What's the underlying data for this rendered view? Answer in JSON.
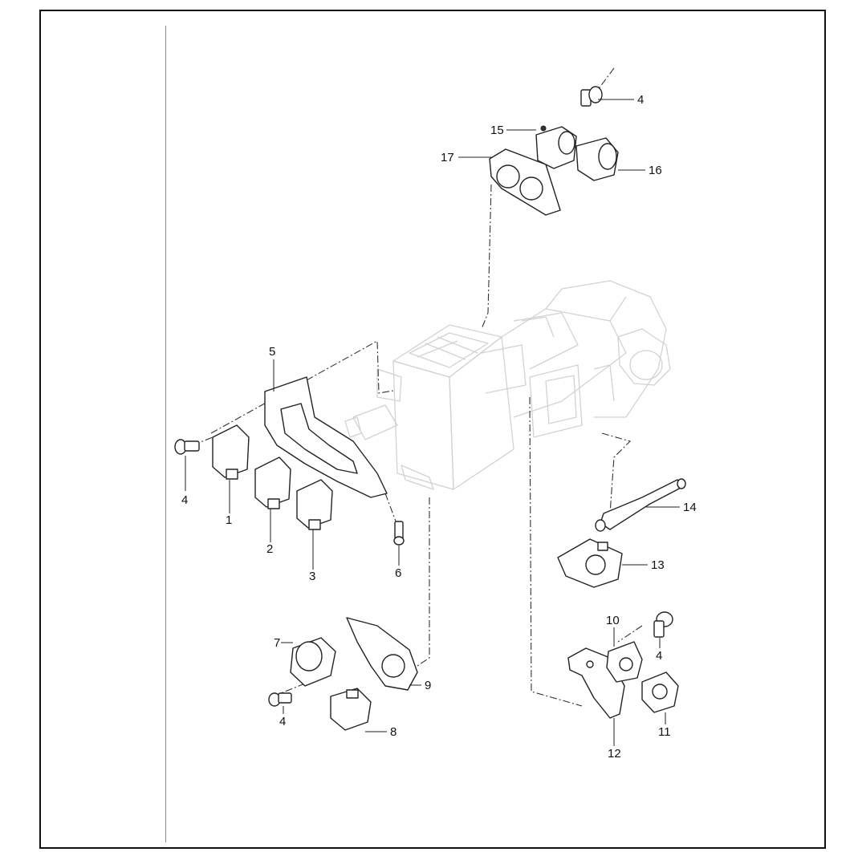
{
  "diagram": {
    "labels": [
      {
        "text": "4"
      },
      {
        "text": "15"
      },
      {
        "text": "17"
      },
      {
        "text": "16"
      },
      {
        "text": "5"
      },
      {
        "text": "4"
      },
      {
        "text": "1"
      },
      {
        "text": "2"
      },
      {
        "text": "3"
      },
      {
        "text": "6"
      },
      {
        "text": "14"
      },
      {
        "text": "13"
      },
      {
        "text": "10"
      },
      {
        "text": "4"
      },
      {
        "text": "7"
      },
      {
        "text": "9"
      },
      {
        "text": "4"
      },
      {
        "text": "8"
      },
      {
        "text": "11"
      },
      {
        "text": "12"
      }
    ]
  },
  "colors": {
    "frame": "#111111",
    "ghost_outline": "#d2d2d2",
    "part_outline": "#222222"
  }
}
